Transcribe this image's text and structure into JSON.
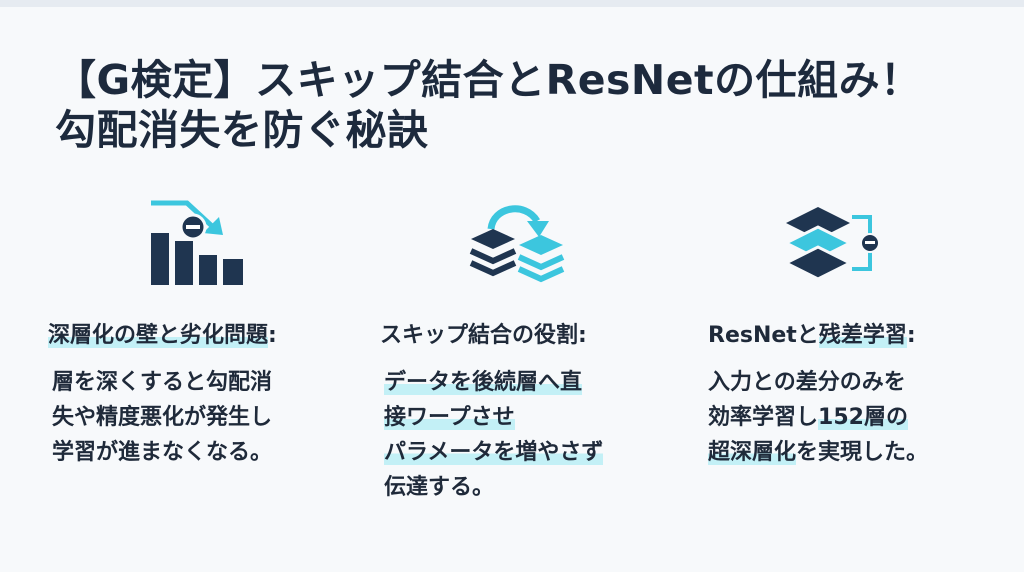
{
  "title": {
    "line1": "【G検定】スキップ結合とResNetの仕組み！",
    "line2": "勾配消失を防ぐ秘訣"
  },
  "columns": [
    {
      "icon": "bar-chart-declining-icon",
      "heading_hl": "深層化の壁と劣化問題",
      "heading_tail": ":",
      "lines": [
        "層を深くすると勾配消",
        "失や精度悪化が発生し",
        "学習が進まなくなる。"
      ]
    },
    {
      "icon": "layers-skip-arrow-icon",
      "heading": "スキップ結合の役割:",
      "lines": [
        "データを後続層へ直",
        "接ワープさせ",
        "パラメータを増やさず",
        "伝達する。"
      ]
    },
    {
      "icon": "stacked-layers-icon",
      "heading_pre": "ResNetと",
      "heading_hl": "残差学習",
      "heading_tail": ":",
      "lines_pre": "入力との差分のみを",
      "line2_pre": "効率学習し",
      "line2_hl": "152層の",
      "line3_hl": "超深層化",
      "line3_tail": "を実現した。"
    }
  ],
  "colors": {
    "navy": "#1f3550",
    "cyan": "#3cc6de",
    "highlight": "#c3f0f6"
  }
}
